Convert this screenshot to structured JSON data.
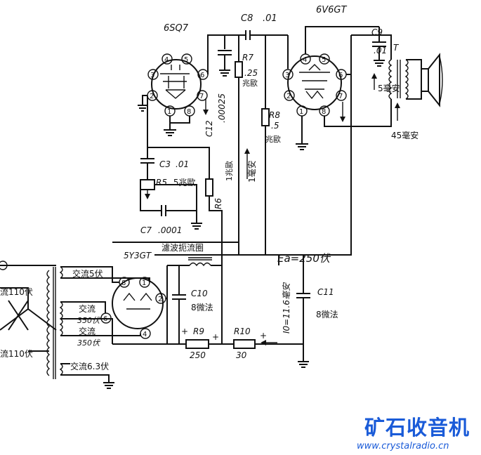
{
  "tubes": {
    "v1": "6SQ7",
    "v2": "6V6GT",
    "v3": "5Y3GT"
  },
  "pins": [
    "1",
    "2",
    "3",
    "4",
    "5",
    "6",
    "7",
    "8"
  ],
  "components": {
    "c8": "C8",
    "c8_value": ".01",
    "c9": "C9",
    "c9_value": ".01",
    "c12": "C12",
    "c12_value": ".00025",
    "c3": "C3",
    "c3_value": ".01",
    "r5": "R5",
    "r5_value": ".5兆歐",
    "c7": "C7",
    "c7_value": ".0001",
    "r6": "R6",
    "r6_value": "1兆歐",
    "r7": "R7",
    "r7_value": ".25",
    "r7_unit": "兆歐",
    "r8": "R8",
    "r8_value": ".5",
    "r8_unit": "兆歐",
    "c10": "C10",
    "c10_value": "8微法",
    "c11": "C11",
    "c11_value": "8微法",
    "r9": "R9",
    "r9_value": "250",
    "r10": "R10",
    "r10_value": "30",
    "t1": "T"
  },
  "annotations": {
    "plate_current": "5毫安",
    "current_1ma": "1毫安",
    "speaker_current": "45毫安",
    "filter_choke": "濾波扼流圈",
    "ea": "Ea=250伏",
    "i0": "I0=11.6毫安",
    "plus": "+",
    "plus2": "+",
    "plus3": "+"
  },
  "transformer": {
    "ac5": "交流5伏",
    "ac350a": "交流",
    "ac350a_v": "350伏",
    "ac350b": "交流",
    "ac350b_v": "350伏",
    "ac63": "交流6.3伏",
    "mains1": "流110伏",
    "mains2": "流110伏"
  },
  "watermark": {
    "title": "矿石收音机",
    "url": "www.crystalradio.cn"
  }
}
